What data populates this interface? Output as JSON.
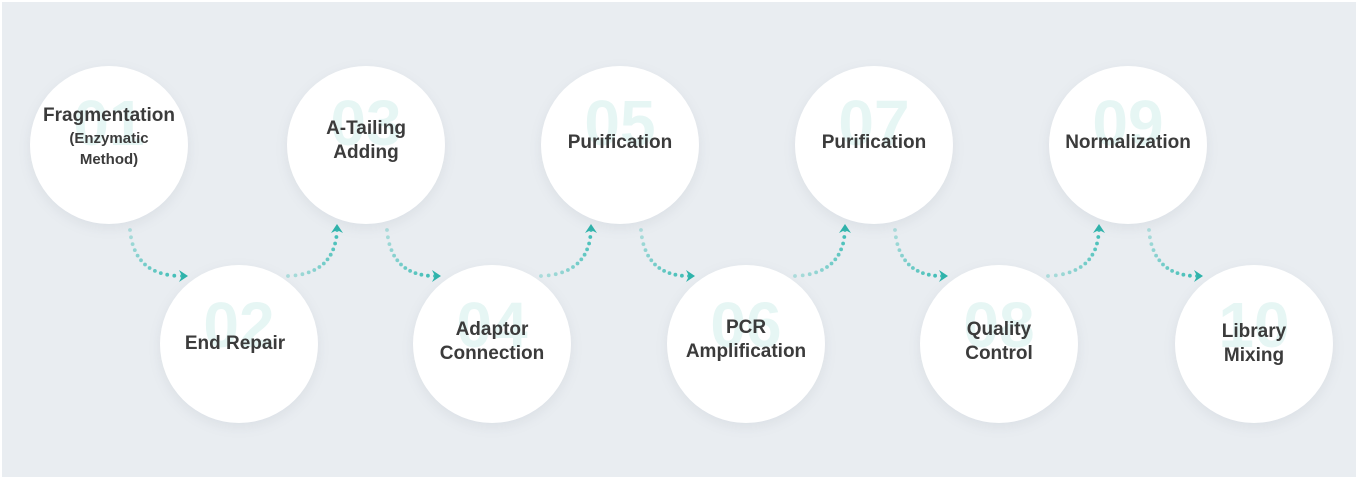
{
  "colors": {
    "accent": "#35b7af",
    "background": "#e9edf1",
    "circle": "#ffffff",
    "text": "#3b3b3b",
    "number": "#e6f6f4"
  },
  "steps": [
    {
      "number": "01",
      "lines": [
        "Fragmentation"
      ],
      "sub": [
        "(Enzymatic",
        "Method)"
      ]
    },
    {
      "number": "02",
      "lines": [
        "End Repair"
      ]
    },
    {
      "number": "03",
      "lines": [
        "A-Tailing",
        "Adding"
      ]
    },
    {
      "number": "04",
      "lines": [
        "Adaptor",
        "Connection"
      ]
    },
    {
      "number": "05",
      "lines": [
        "Purification"
      ]
    },
    {
      "number": "06",
      "lines": [
        "PCR",
        "Amplification"
      ]
    },
    {
      "number": "07",
      "lines": [
        "Purification"
      ]
    },
    {
      "number": "08",
      "lines": [
        "Quality",
        "Control"
      ]
    },
    {
      "number": "09",
      "lines": [
        "Normalization"
      ]
    },
    {
      "number": "10",
      "lines": [
        "Library",
        "Mixing"
      ]
    }
  ]
}
